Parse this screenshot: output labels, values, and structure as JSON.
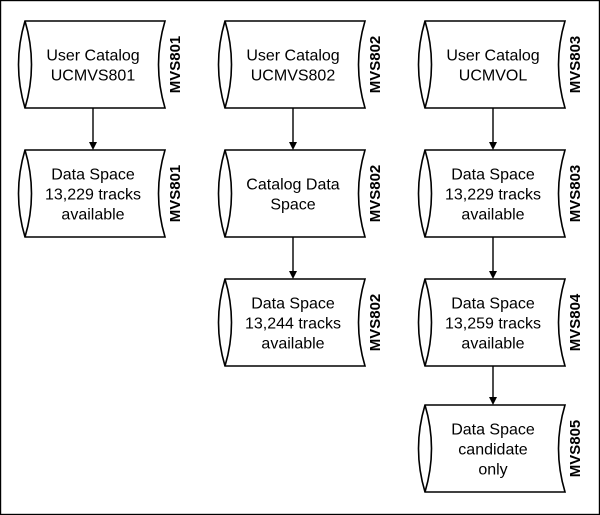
{
  "diagram": {
    "columns": [
      {
        "nodes": [
          {
            "lines": [
              "User Catalog",
              "UCMVS801"
            ],
            "volume": "MVS801"
          },
          {
            "lines": [
              "Data Space",
              "13,229 tracks",
              "available"
            ],
            "volume": "MVS801"
          }
        ]
      },
      {
        "nodes": [
          {
            "lines": [
              "User Catalog",
              "UCMVS802"
            ],
            "volume": "MVS802"
          },
          {
            "lines": [
              "Catalog Data",
              "Space"
            ],
            "volume": "MVS802"
          },
          {
            "lines": [
              "Data Space",
              "13,244 tracks",
              "available"
            ],
            "volume": "MVS802"
          }
        ]
      },
      {
        "nodes": [
          {
            "lines": [
              "User Catalog",
              "UCMVOL"
            ],
            "volume": "MVS803"
          },
          {
            "lines": [
              "Data Space",
              "13,229 tracks",
              "available"
            ],
            "volume": "MVS803"
          },
          {
            "lines": [
              "Data Space",
              "13,259 tracks",
              "available"
            ],
            "volume": "MVS804"
          },
          {
            "lines": [
              "Data Space",
              "candidate",
              "only"
            ],
            "volume": "MVS805"
          }
        ]
      }
    ]
  }
}
